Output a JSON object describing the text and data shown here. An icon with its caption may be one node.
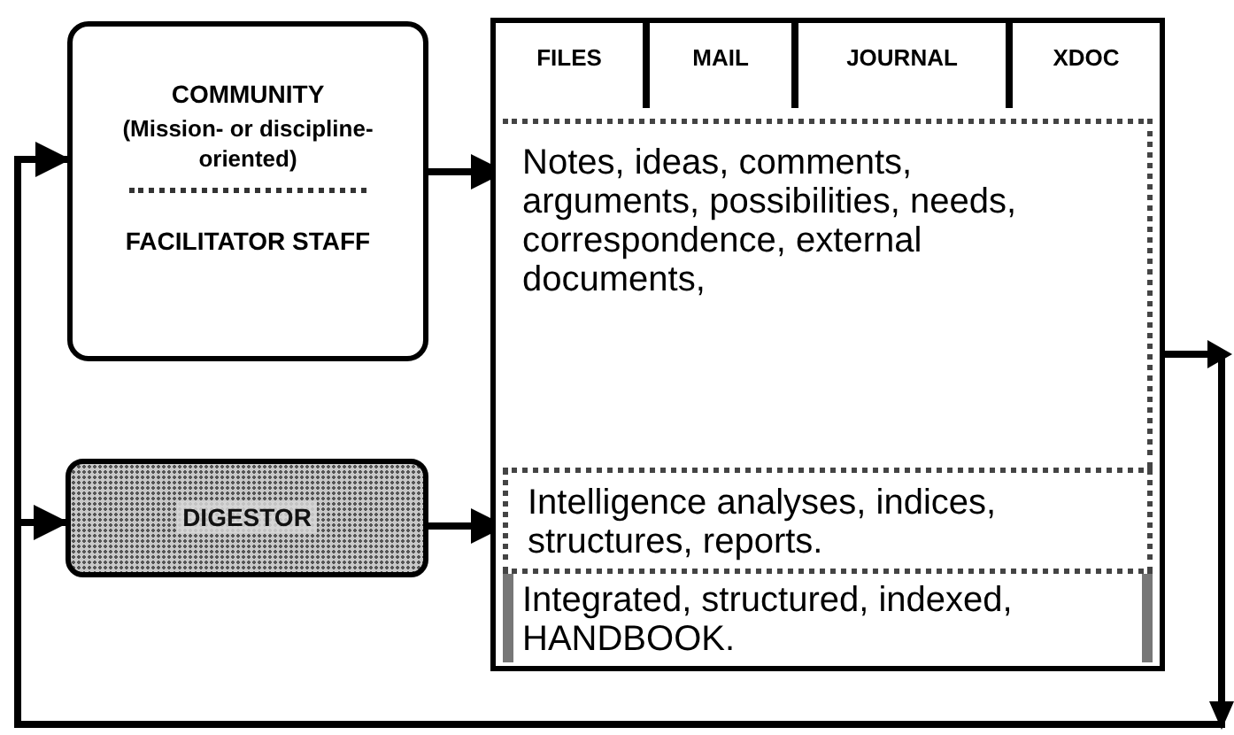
{
  "diagram": {
    "nodes": [
      {
        "text": [
          "COMMUNITY",
          "(Mission- or discipline- oriented)",
          "FACILITATOR STAFF"
        ]
      },
      {
        "text": [
          "DIGESTOR"
        ]
      },
      {
        "text": [],
        "shape": "box"
      },
      {
        "text": [
          "FILES"
        ],
        "in": 2
      },
      {
        "text": [
          "MAIL"
        ],
        "in": 2
      },
      {
        "text": [
          "JOURNAL"
        ],
        "in": 2
      },
      {
        "text": [
          "XDOC"
        ],
        "in": 2
      },
      {
        "text": [
          "Notes, ideas, comments, arguments, possibilities, needs,  correspondence, external documents,"
        ],
        "in": 2
      },
      {
        "text": [
          "Intelligence analyses, indices, structures, reports."
        ],
        "in": 2
      },
      {
        "text": [
          "Integrated, structured, indexed,   HANDBOOK."
        ],
        "in": 2
      }
    ],
    "edges": [
      {
        "from": 0,
        "to": 7,
        "arrow": "to"
      },
      {
        "from": 1,
        "to": 8,
        "arrow": "to"
      },
      {
        "from": 7,
        "to": 0,
        "arrow": "to"
      },
      {
        "from": 7,
        "to": 1,
        "arrow": "to"
      }
    ]
  }
}
